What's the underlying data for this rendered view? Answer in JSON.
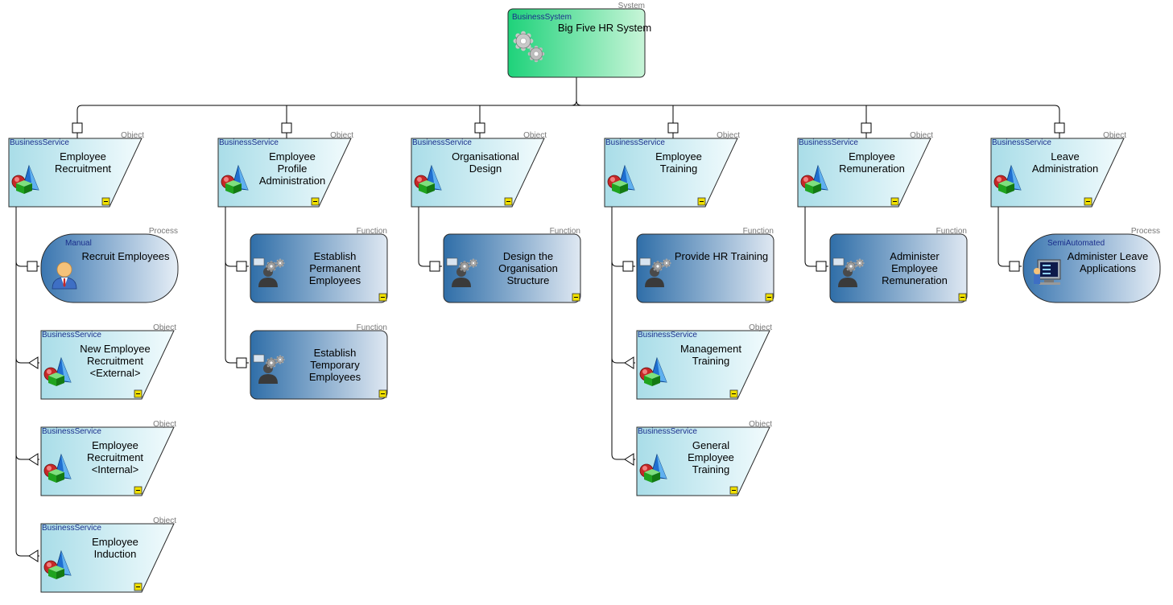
{
  "colors": {
    "system_fill_start": "#1ed27a",
    "system_fill_end": "#c8f5d8",
    "service_fill_start": "#a9dde8",
    "service_fill_end": "#f2fbfd",
    "function_fill_start": "#2f6ea8",
    "function_fill_end": "#dfe8f2",
    "process_fill_start": "#3a76b0",
    "process_fill_end": "#e6eef6",
    "stereotype_text": "#1a2e8c",
    "type_text": "#777777",
    "connector": "#000000",
    "collapse_marker": "#f0e000"
  },
  "root": {
    "type": "System",
    "stereotype": "BusinessSystem",
    "name": [
      "Big Five HR System"
    ],
    "icon": "gears-icon"
  },
  "services": [
    {
      "type": "Object",
      "stereotype": "BusinessService",
      "name": [
        "Employee",
        "Recruitment"
      ],
      "icon": "business-service-icon"
    },
    {
      "type": "Object",
      "stereotype": "BusinessService",
      "name": [
        "Employee",
        "Profile",
        "Administration"
      ],
      "icon": "business-service-icon"
    },
    {
      "type": "Object",
      "stereotype": "BusinessService",
      "name": [
        "Organisational",
        "Design"
      ],
      "icon": "business-service-icon"
    },
    {
      "type": "Object",
      "stereotype": "BusinessService",
      "name": [
        "Employee",
        "Training"
      ],
      "icon": "business-service-icon"
    },
    {
      "type": "Object",
      "stereotype": "BusinessService",
      "name": [
        "Employee",
        "Remuneration"
      ],
      "icon": "business-service-icon"
    },
    {
      "type": "Object",
      "stereotype": "BusinessService",
      "name": [
        "Leave",
        "Administration"
      ],
      "icon": "business-service-icon"
    }
  ],
  "children": [
    {
      "parent": 0,
      "shape": "process",
      "type": "Process",
      "stereotype": "Manual",
      "name": [
        "Recruit Employees"
      ],
      "icon": "person-icon",
      "link": "square"
    },
    {
      "parent": 0,
      "shape": "service",
      "type": "Object",
      "stereotype": "BusinessService",
      "name": [
        "New Employee",
        "Recruitment",
        "<External>"
      ],
      "icon": "business-service-icon",
      "link": "triangle"
    },
    {
      "parent": 0,
      "shape": "service",
      "type": "Object",
      "stereotype": "BusinessService",
      "name": [
        "Employee",
        "Recruitment",
        "<Internal>"
      ],
      "icon": "business-service-icon",
      "link": "triangle"
    },
    {
      "parent": 0,
      "shape": "service",
      "type": "Object",
      "stereotype": "BusinessService",
      "name": [
        "Employee",
        "Induction"
      ],
      "icon": "business-service-icon",
      "link": "triangle"
    },
    {
      "parent": 1,
      "shape": "function",
      "type": "Function",
      "stereotype": "",
      "name": [
        "Establish",
        "Permanent",
        "Employees"
      ],
      "icon": "function-gears-icon",
      "link": "square"
    },
    {
      "parent": 1,
      "shape": "function",
      "type": "Function",
      "stereotype": "",
      "name": [
        "Establish",
        "Temporary",
        "Employees"
      ],
      "icon": "function-gears-icon",
      "link": "square"
    },
    {
      "parent": 2,
      "shape": "function",
      "type": "Function",
      "stereotype": "",
      "name": [
        "Design the",
        "Organisation",
        "Structure"
      ],
      "icon": "function-gears-icon",
      "link": "square"
    },
    {
      "parent": 3,
      "shape": "function",
      "type": "Function",
      "stereotype": "",
      "name": [
        "Provide HR Training"
      ],
      "icon": "function-gears-icon",
      "link": "square"
    },
    {
      "parent": 3,
      "shape": "service",
      "type": "Object",
      "stereotype": "BusinessService",
      "name": [
        "Management",
        "Training"
      ],
      "icon": "business-service-icon",
      "link": "triangle"
    },
    {
      "parent": 3,
      "shape": "service",
      "type": "Object",
      "stereotype": "BusinessService",
      "name": [
        "General",
        "Employee",
        "Training"
      ],
      "icon": "business-service-icon",
      "link": "triangle"
    },
    {
      "parent": 4,
      "shape": "function",
      "type": "Function",
      "stereotype": "",
      "name": [
        "Administer",
        "Employee",
        "Remuneration"
      ],
      "icon": "function-gears-icon",
      "link": "square"
    },
    {
      "parent": 5,
      "shape": "process",
      "type": "Process",
      "stereotype": "SemiAutomated",
      "name": [
        "Administer Leave",
        "Applications"
      ],
      "icon": "computer-icon",
      "link": "square"
    }
  ]
}
